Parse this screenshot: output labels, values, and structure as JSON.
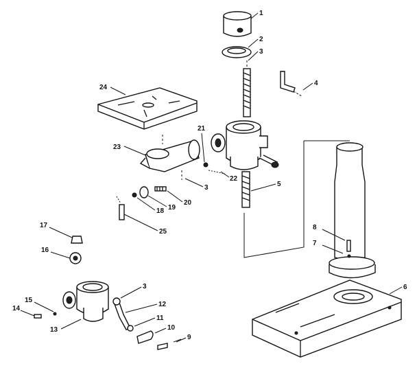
{
  "callouts": {
    "c1": "1",
    "c2": "2",
    "c3a": "3",
    "c4": "4",
    "c5": "5",
    "c6": "6",
    "c7": "7",
    "c8": "8",
    "c9": "9",
    "c10": "10",
    "c11": "11",
    "c12": "12",
    "c3b": "3",
    "c13": "13",
    "c14": "14",
    "c15": "15",
    "c16": "16",
    "c17": "17",
    "c18": "18",
    "c19": "19",
    "c20": "20",
    "c3c": "3",
    "c21": "21",
    "c22": "22",
    "c23": "23",
    "c24": "24",
    "c25": "25"
  }
}
